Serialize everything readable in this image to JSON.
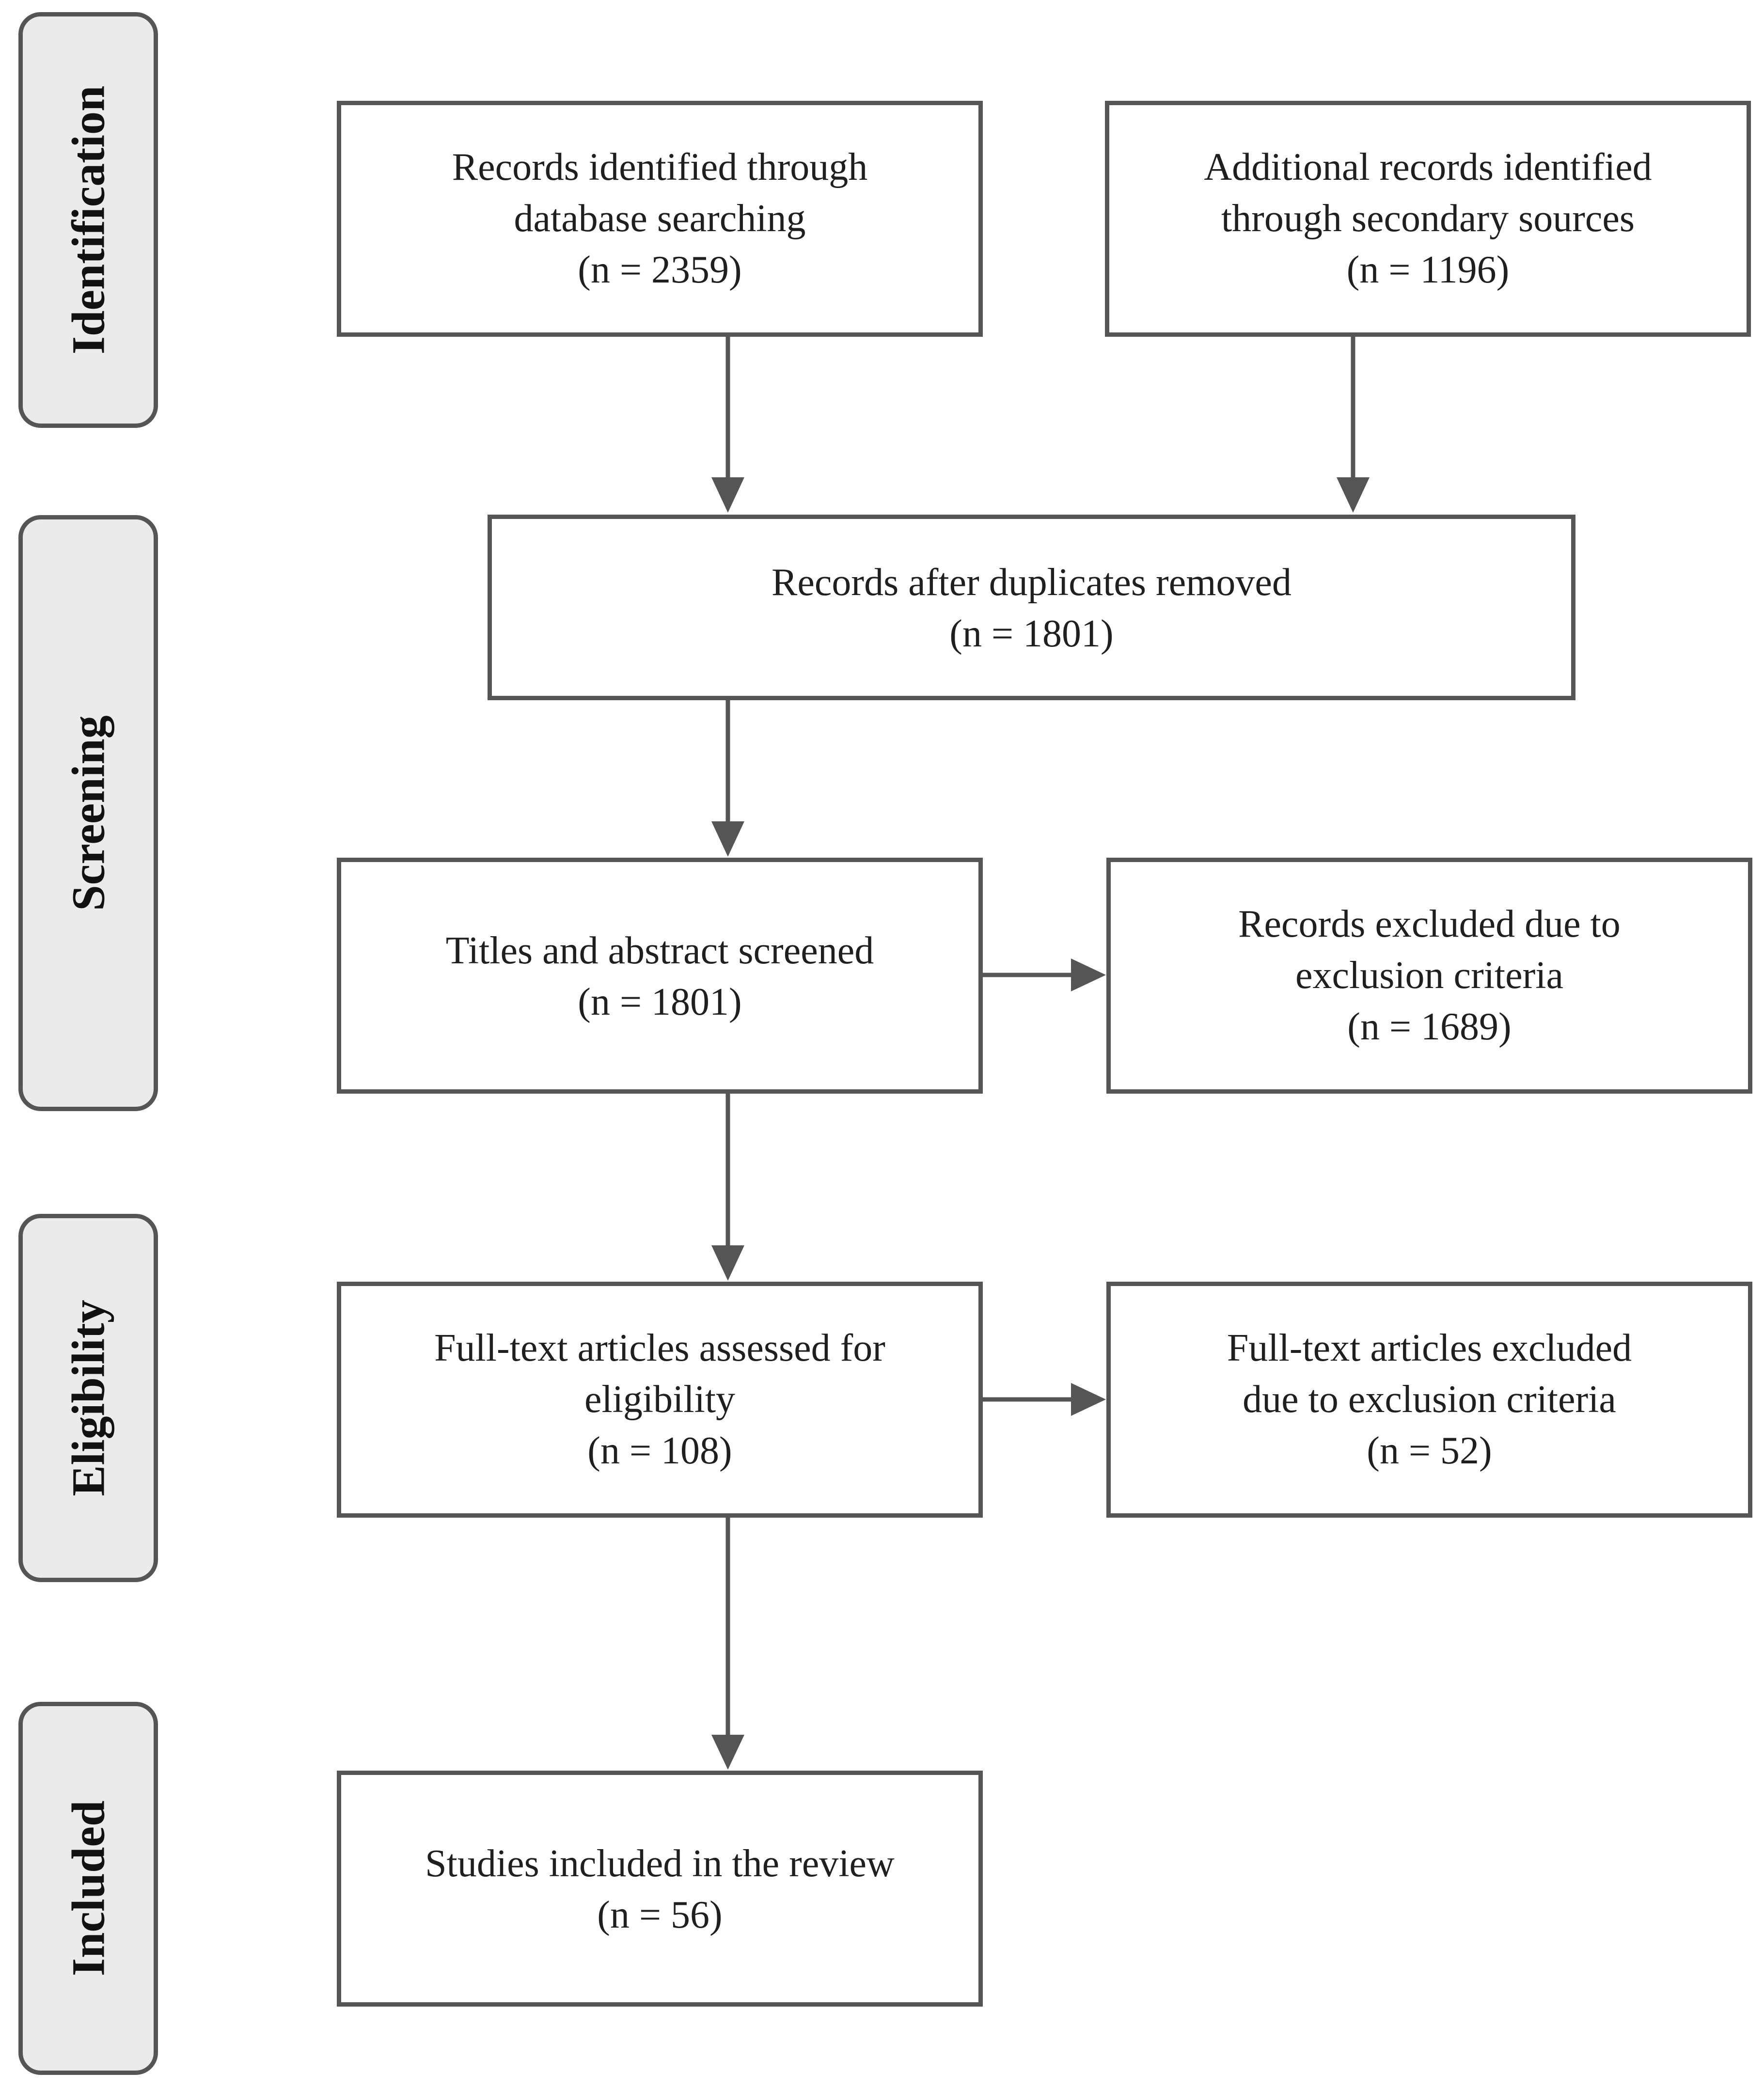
{
  "stages": {
    "identification": "Identification",
    "screening": "Screening",
    "eligibility": "Eligibility",
    "included": "Included"
  },
  "boxes": {
    "database_search": {
      "lines": [
        "Records identified through",
        "database searching",
        "(n = 2359)"
      ]
    },
    "secondary_sources": {
      "lines": [
        "Additional records identified",
        "through secondary sources",
        "(n = 1196)"
      ]
    },
    "after_duplicates": {
      "lines": [
        "Records after duplicates removed",
        "(n = 1801)"
      ]
    },
    "titles_screened": {
      "lines": [
        "Titles and abstract screened",
        "(n = 1801)"
      ]
    },
    "records_excluded": {
      "lines": [
        "Records excluded due to",
        "exclusion criteria",
        "(n = 1689)"
      ]
    },
    "fulltext_assessed": {
      "lines": [
        "Full-text articles assessed for",
        "eligibility",
        "(n = 108)"
      ]
    },
    "fulltext_excluded": {
      "lines": [
        "Full-text articles excluded",
        "due to exclusion criteria",
        "(n = 52)"
      ]
    },
    "studies_included": {
      "lines": [
        "Studies included in the review",
        "(n = 56)"
      ]
    }
  },
  "colors": {
    "border": "#555555",
    "stage_fill": "#ebebeb",
    "arrow": "#555555"
  }
}
